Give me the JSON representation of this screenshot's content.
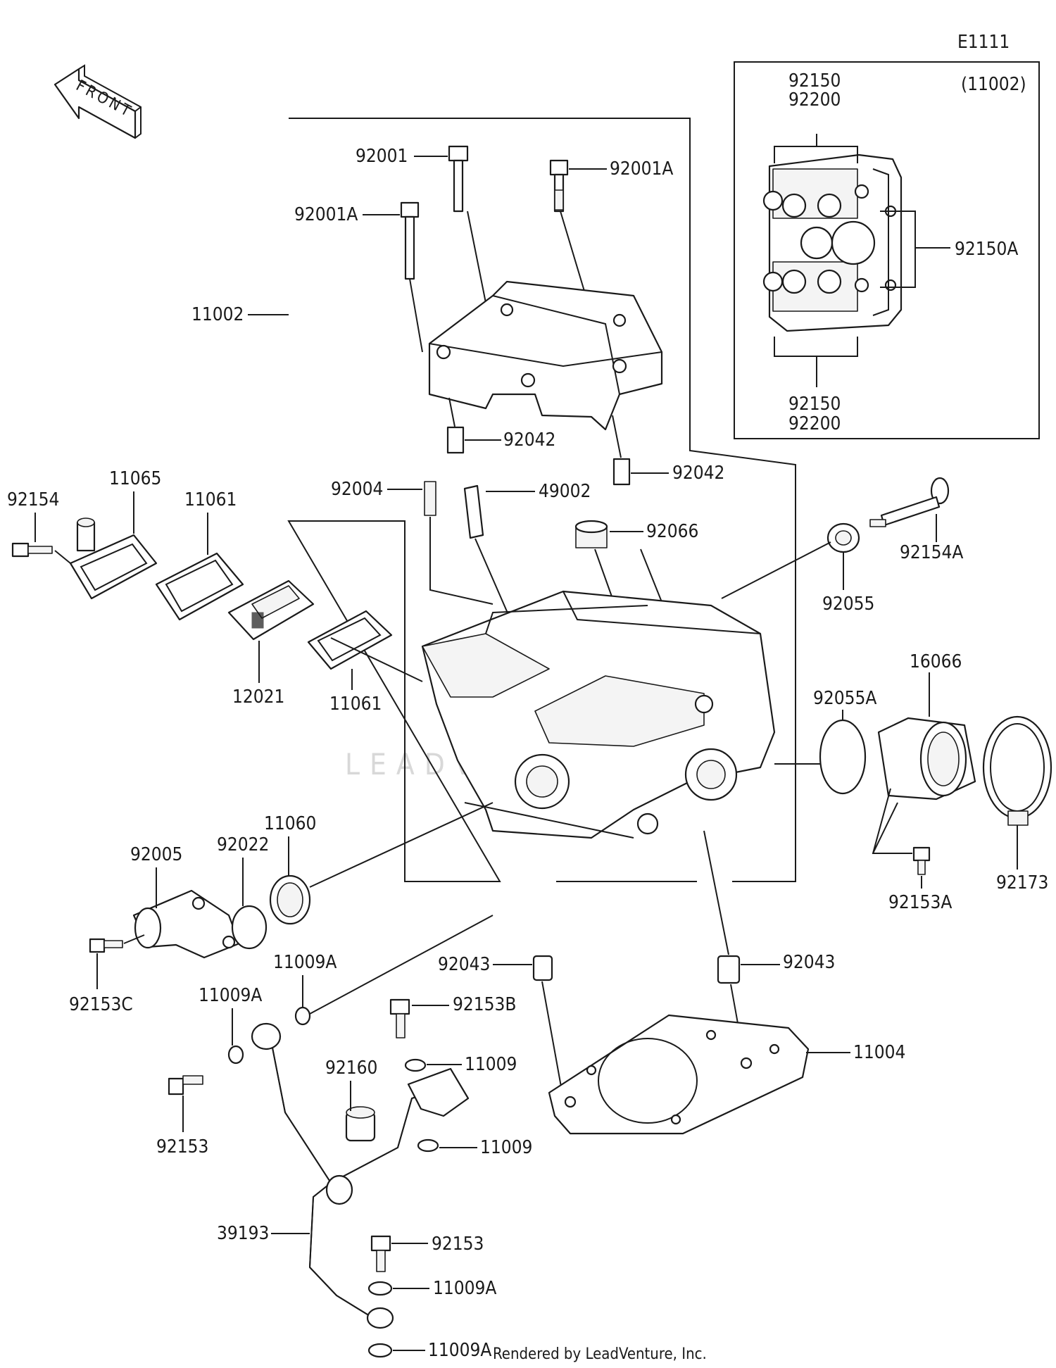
{
  "diagram_code": "E1111",
  "front_label": "FRONT",
  "inset_title": "(11002)",
  "watermark": "LEADVENTURE",
  "footer": "Rendered by LeadVenture, Inc.",
  "labels": {
    "l_92001": "92001",
    "l_92001A_r": "92001A",
    "l_92001A_l": "92001A",
    "l_11002": "11002",
    "l_92042_a": "92042",
    "l_92042_b": "92042",
    "l_92004": "92004",
    "l_49002": "49002",
    "l_92066": "92066",
    "l_92154A": "92154A",
    "l_92055": "92055",
    "l_92055A": "92055A",
    "l_16066": "16066",
    "l_92173": "92173",
    "l_92153A": "92153A",
    "l_92154": "92154",
    "l_11065": "11065",
    "l_11061_a": "11061",
    "l_11061_b": "11061",
    "l_12021": "12021",
    "l_92005": "92005",
    "l_92022": "92022",
    "l_11060": "11060",
    "l_92153C": "92153C",
    "l_11009A_a": "11009A",
    "l_11009A_b": "11009A",
    "l_92153_a": "92153",
    "l_92153B": "92153B",
    "l_11009_a": "11009",
    "l_92160": "92160",
    "l_11009_b": "11009",
    "l_92043_a": "92043",
    "l_92043_b": "92043",
    "l_11004": "11004",
    "l_39193": "39193",
    "l_92153_b": "92153",
    "l_11009A_c": "11009A",
    "l_11009A_d": "11009A",
    "l_92150_top": "92150",
    "l_92200_top": "92200",
    "l_92150A": "92150A",
    "l_92150_bot": "92150",
    "l_92200_bot": "92200"
  }
}
